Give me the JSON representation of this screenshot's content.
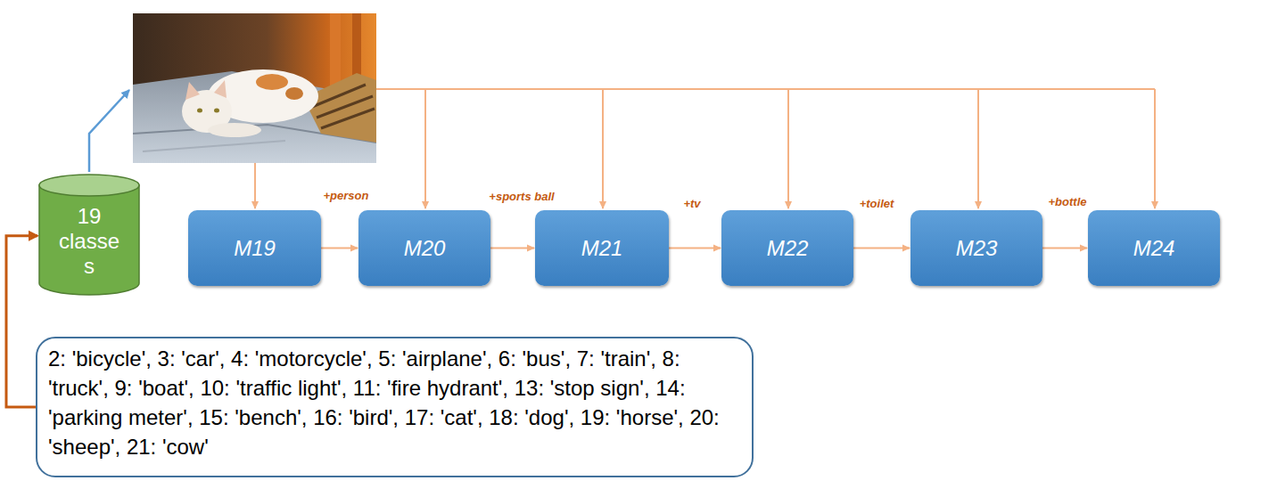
{
  "diagram": {
    "nodes": [
      {
        "text": [
          "19 classe s"
        ]
      },
      {
        "text": [
          "M19"
        ]
      },
      {
        "text": [
          "M20"
        ]
      },
      {
        "text": [
          "M21"
        ]
      },
      {
        "text": [
          "M22"
        ]
      },
      {
        "text": [
          "M23"
        ]
      },
      {
        "text": [
          "M24"
        ]
      },
      {
        "text": [
          "2: 'bicycle', 3: 'car', 4: 'motorcycle', 5: 'airplane', 6: 'bus', 7: 'train', 8: 'truck', 9: 'boat', 10: 'traffic light', 11: 'fire hydrant', 13: 'stop sign', 14: 'parking meter', 15: 'bench', 16: 'bird', 17: 'cat', 18: 'dog', 19: 'horse', 20: 'sheep', 21: 'cow'"
        ]
      }
    ],
    "edges": [
      {
        "from": 7,
        "to": 0,
        "arrow": "to"
      },
      {
        "from": 1,
        "to": 2,
        "arrow": "to",
        "label": "+person"
      },
      {
        "from": 2,
        "to": 3,
        "arrow": "to",
        "label": "+sports ball"
      },
      {
        "from": 3,
        "to": 4,
        "arrow": "to",
        "label": "+tv"
      },
      {
        "from": 4,
        "to": 5,
        "arrow": "to",
        "label": "+toilet"
      },
      {
        "from": 5,
        "to": 6,
        "arrow": "to",
        "label": "+bottle"
      }
    ]
  }
}
